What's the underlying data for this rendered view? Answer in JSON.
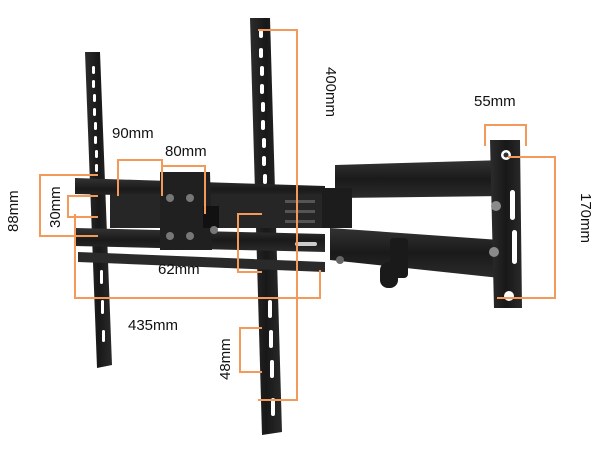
{
  "colors": {
    "dimension_line": "#f39a5a",
    "metal": "#1c1c1c",
    "metal_highlight": "#3a3a3a",
    "background": "#ffffff"
  },
  "dimensions": {
    "d_400": "400mm",
    "d_55": "55mm",
    "d_90": "90mm",
    "d_80": "80mm",
    "d_88": "88mm",
    "d_30": "30mm",
    "d_170": "170mm",
    "d_62": "62mm",
    "d_435": "435mm",
    "d_48": "48mm"
  }
}
